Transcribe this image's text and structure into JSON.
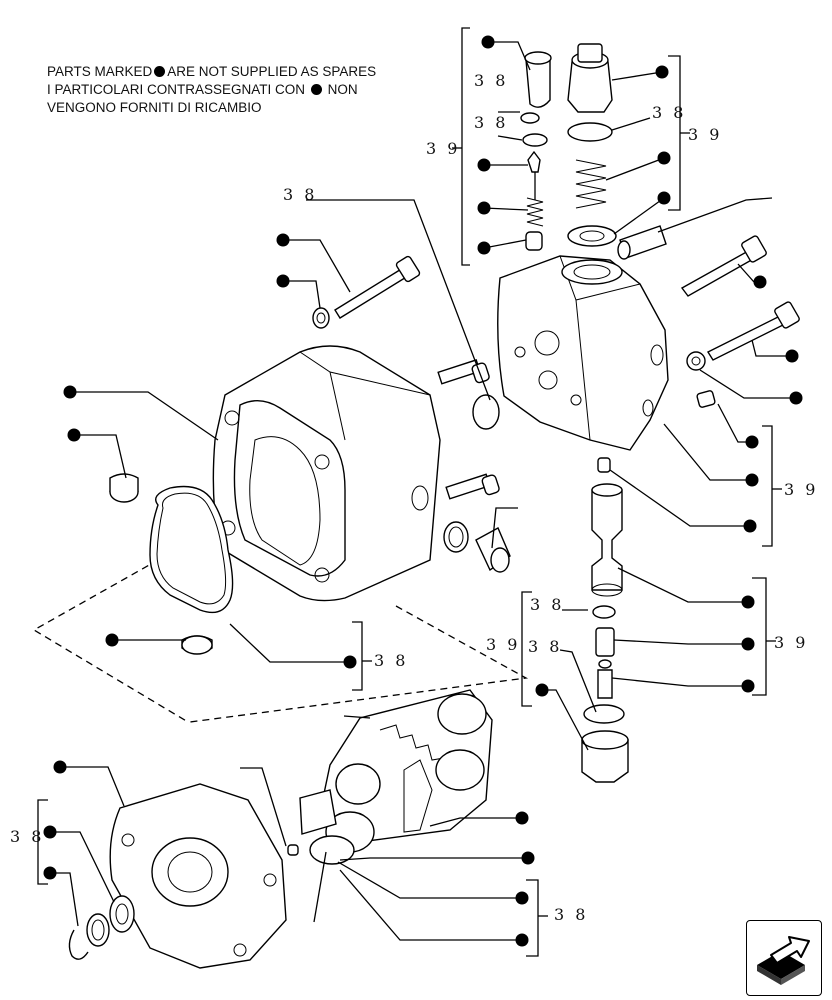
{
  "notes": {
    "line1_a": "PARTS MARKED",
    "line1_b": "ARE NOT SUPPLIED AS SPARES",
    "line2_a": "I PARTICOLARI  CONTRASSEGNATI CON",
    "line2_b": "NON",
    "line3": "VENGONO FORNITI DI RICAMBIO"
  },
  "refs": {
    "r38": "3 8",
    "r39": "3 9"
  },
  "icons": {
    "marker": "filled-dot-icon",
    "nav": "next-page-arrow-icon"
  }
}
